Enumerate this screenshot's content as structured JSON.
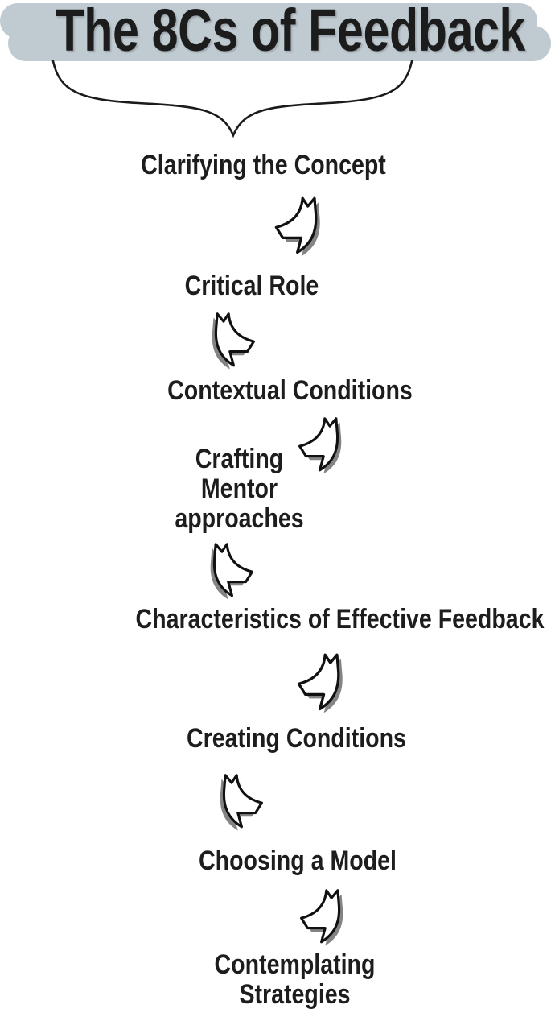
{
  "title": "The 8Cs of Feedback",
  "colors": {
    "banner": "#bfcad1",
    "text": "#1d1d1d",
    "background": "#ffffff",
    "arrow_outline": "#111111",
    "arrow_shade": "#6e6e6e"
  },
  "steps": [
    {
      "lines": [
        "Clarifying the Concept"
      ]
    },
    {
      "lines": [
        "Critical Role"
      ]
    },
    {
      "lines": [
        "Contextual Conditions"
      ]
    },
    {
      "lines": [
        "Crafting",
        "Mentor",
        "approaches"
      ]
    },
    {
      "lines": [
        "Characteristics of Effective Feedback"
      ]
    },
    {
      "lines": [
        "Creating Conditions"
      ]
    },
    {
      "lines": [
        "Choosing a Model"
      ]
    },
    {
      "lines": [
        "Contemplating",
        "Strategies"
      ]
    }
  ],
  "arrows": [
    {
      "name": "arrow-down-left",
      "direction": "down-left"
    },
    {
      "name": "arrow-down-right",
      "direction": "down-right"
    },
    {
      "name": "arrow-down-left",
      "direction": "down-left"
    },
    {
      "name": "arrow-down-right",
      "direction": "down-right"
    },
    {
      "name": "arrow-down-left",
      "direction": "down-left"
    },
    {
      "name": "arrow-down-right",
      "direction": "down-right"
    },
    {
      "name": "arrow-down-left",
      "direction": "down-left"
    }
  ]
}
